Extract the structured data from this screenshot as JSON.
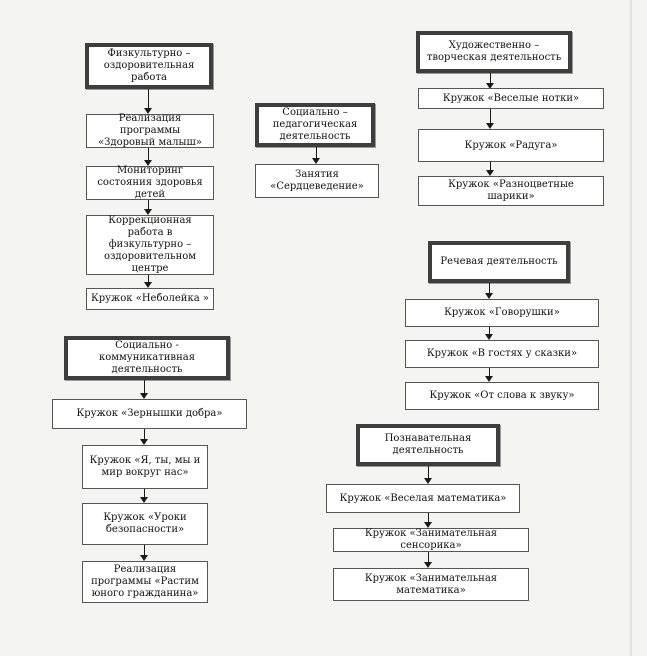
{
  "sections": {
    "physical": {
      "header": "Физкультурно – оздоровительная работа",
      "items": [
        "Реализация программы «Здоровый малыш»",
        "Мониторинг состояния здоровья детей",
        "Коррекционная работа в физкультурно – оздоровительном центре",
        "Кружок «Неболейка »"
      ]
    },
    "social_pedagogical": {
      "header": "Социально – педагогическая деятельность",
      "items": [
        "Занятия «Сердцеведение»"
      ]
    },
    "artistic": {
      "header": "Художественно – творческая деятельность",
      "items": [
        "Кружок «Веселые нотки»",
        "Кружок «Радуга»",
        "Кружок «Разноцветные шарики»"
      ]
    },
    "speech": {
      "header": "Речевая деятельность",
      "items": [
        "Кружок «Говорушки»",
        "Кружок «В гостях у сказки»",
        "Кружок «От слова к звуку»"
      ]
    },
    "social_communicative": {
      "header": "Социально - коммуникативная деятельность",
      "items": [
        "Кружок «Зернышки добра»",
        "Кружок «Я, ты, мы и мир вокруг нас»",
        "Кружок «Уроки безопасности»",
        "Реализация программы «Растим юного гражданина»"
      ]
    },
    "cognitive": {
      "header": "Познавательная деятельность",
      "items": [
        "Кружок «Веселая математика»",
        "Кружок «Занимательная сенсорика»",
        "Кружок «Занимательная математика»"
      ]
    }
  }
}
